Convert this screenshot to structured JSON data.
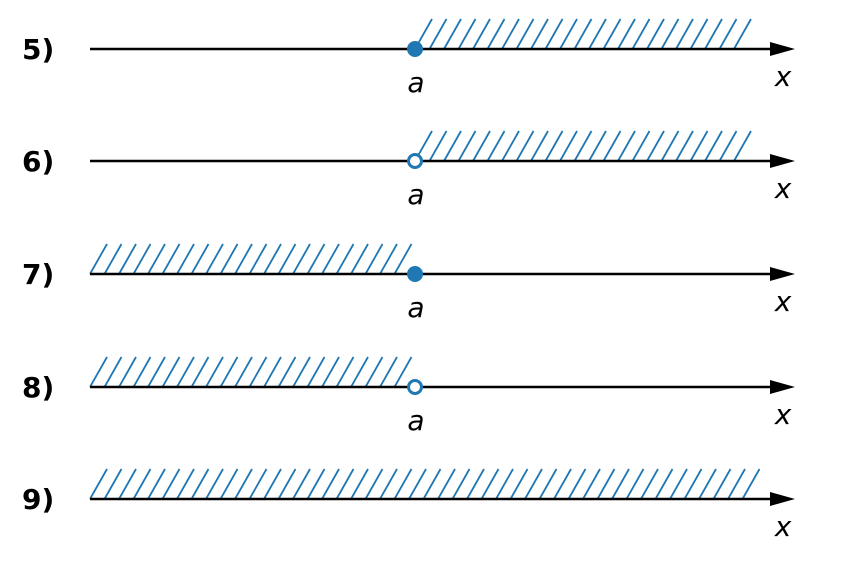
{
  "rows": [
    {
      "label": "5)",
      "point_label": "a",
      "axis_label": "x",
      "shade": "right",
      "point": "closed"
    },
    {
      "label": "6)",
      "point_label": "a",
      "axis_label": "x",
      "shade": "right",
      "point": "open"
    },
    {
      "label": "7)",
      "point_label": "a",
      "axis_label": "x",
      "shade": "left",
      "point": "closed"
    },
    {
      "label": "8)",
      "point_label": "a",
      "axis_label": "x",
      "shade": "left",
      "point": "open"
    },
    {
      "label": "9)",
      "axis_label": "x",
      "shade": "all",
      "point": "none"
    }
  ],
  "colors": {
    "hatch": "#1f77b4",
    "point": "#1f77b4",
    "axis": "#000000"
  }
}
